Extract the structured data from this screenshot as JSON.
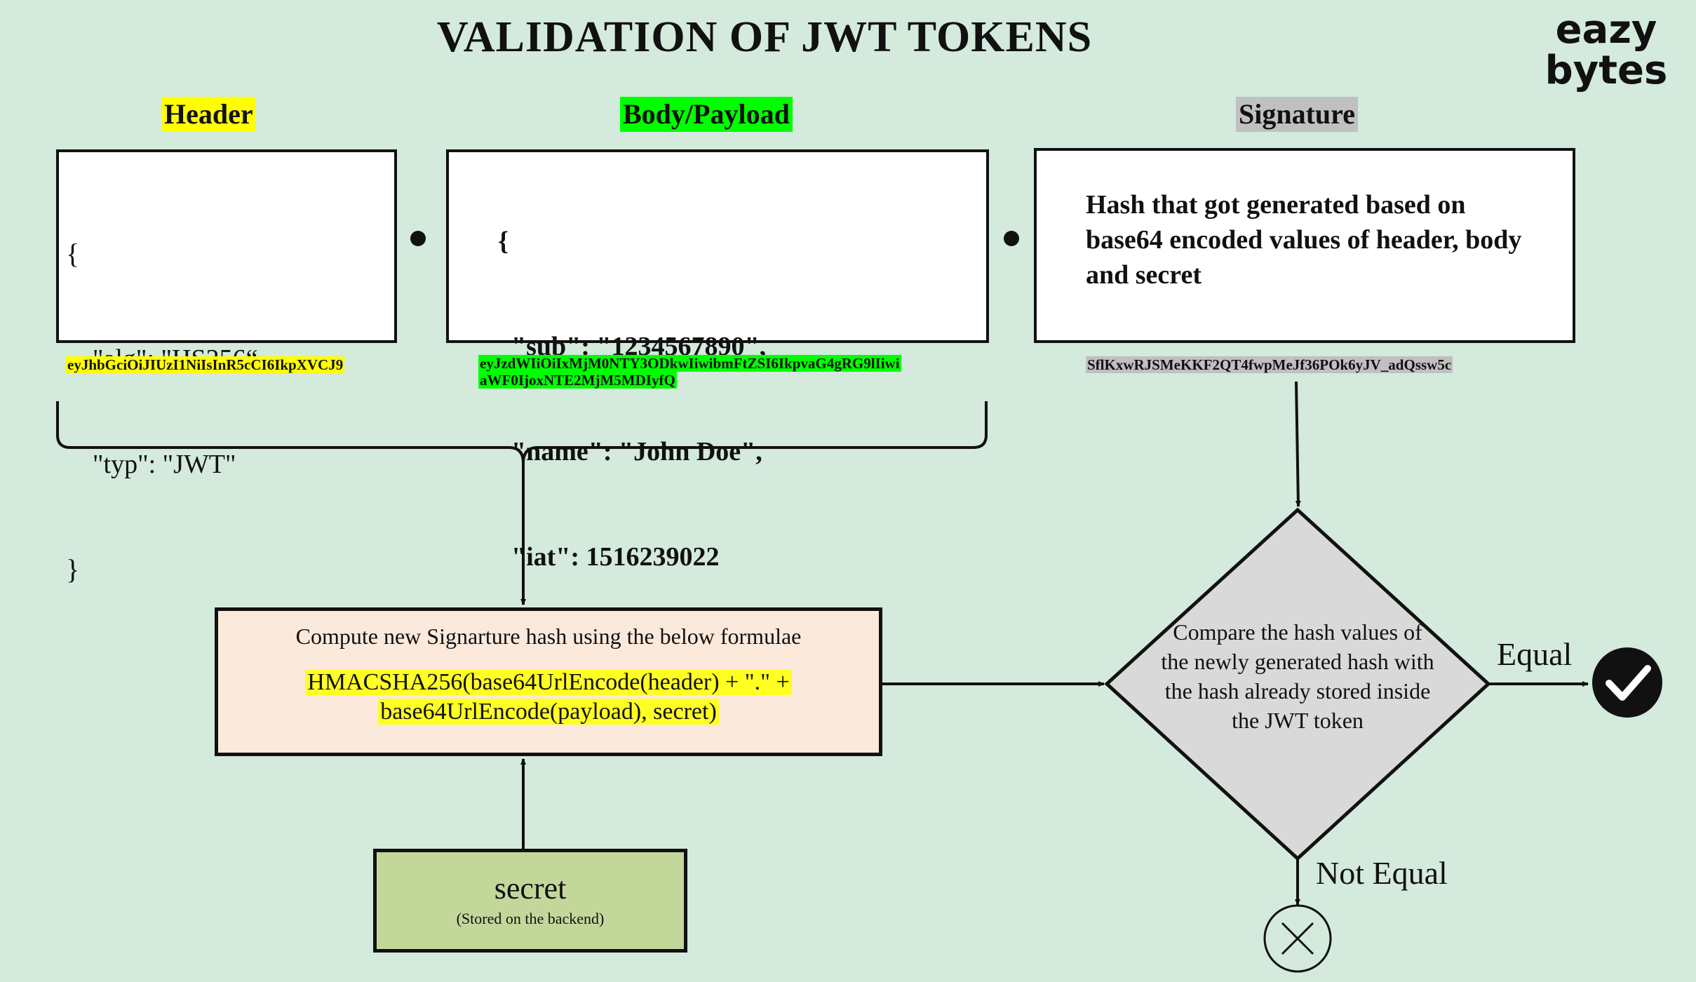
{
  "title": "VALIDATION OF JWT TOKENS",
  "logo": {
    "line1": "eazy",
    "line2": "bytes"
  },
  "sections": {
    "header": {
      "label": "Header",
      "json_lines": [
        "{",
        "    \"alg\": \"HS256“,",
        "    \"typ\": \"JWT\"",
        "}"
      ],
      "encoded": "eyJhbGciOiJIUzI1NiIsInR5cCI6IkpXVCJ9",
      "color": "#ffff00"
    },
    "payload": {
      "label": "Body/Payload",
      "json_lines": [
        "{",
        "  \"sub\": \"1234567890\",",
        "  \"name\": \"John Doe\",",
        "  \"iat\": 1516239022",
        "}"
      ],
      "encoded_line1": "eyJzdWIiOiIxMjM0NTY3ODkwIiwibmFtZSI6IkpvaG4gRG9lIiwi",
      "encoded_line2": "aWF0IjoxNTE2MjM5MDIyfQ",
      "color": "#00ff00"
    },
    "signature": {
      "label": "Signature",
      "text": "Hash that got generated based on base64 encoded values of header, body and secret",
      "encoded": "SflKxwRJSMeKKF2QT4fwpMeJf36POk6yJV_adQssw5c",
      "color": "#c0c0c0"
    }
  },
  "compute": {
    "title": "Compute new Signarture hash using the below formulae",
    "formula_line1": "HMACSHA256(base64UrlEncode(header) + \".\" +",
    "formula_line2": "base64UrlEncode(payload), secret)",
    "bg_color": "#fbe9dc",
    "highlight_color": "#ffff22"
  },
  "secret": {
    "title": "secret",
    "subtitle": "(Stored on the backend)",
    "bg_color": "#c4d79b"
  },
  "decision": {
    "text": "Compare the hash values of  the newly generated hash with the hash already stored inside the JWT token",
    "fill_color": "#d9d9d9"
  },
  "outcomes": {
    "equal_label": "Equal",
    "not_equal_label": "Not Equal",
    "equal_icon": "checkmark-circle-icon",
    "not_equal_icon": "x-circle-icon"
  },
  "background_color": "#d3eadd"
}
